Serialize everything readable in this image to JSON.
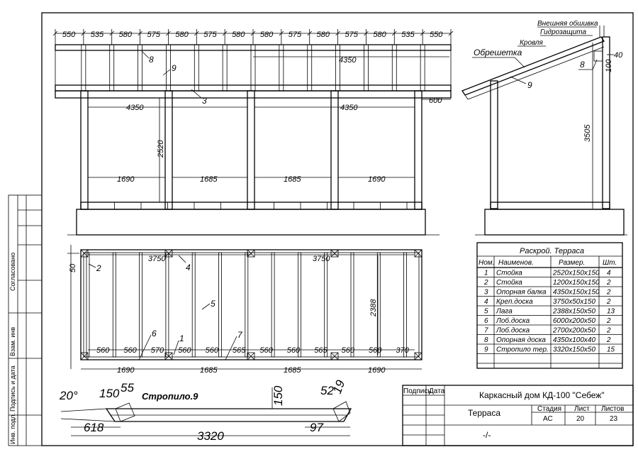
{
  "side_labels": {
    "soglasovano": "Согласовано",
    "vzam_inv": "Взам. инв",
    "podpis_data": "Подпись и дата",
    "inv_podl": "Инв. подл."
  },
  "roof_view": {
    "top_dims": [
      "550",
      "535",
      "580",
      "575",
      "580",
      "575",
      "580",
      "580",
      "575",
      "580",
      "575",
      "580",
      "535",
      "550"
    ],
    "span_right": "4350",
    "callouts": {
      "c8": "8",
      "c9": "9",
      "c3": "3"
    }
  },
  "front_view": {
    "dim_left": "4350",
    "dim_right": "4350",
    "overhang": "600",
    "height": "2520",
    "bays": [
      "1690",
      "1685",
      "1685",
      "1690"
    ]
  },
  "section_view": {
    "labels": {
      "outer": "Внешняя обшивка",
      "hydro": "Гидрозащита",
      "roof": "Кровля",
      "lath": "Обрешетка"
    },
    "callout8": "8",
    "callout9": "9",
    "dim40": "40",
    "dim100": "100",
    "height": "3505"
  },
  "plan_view": {
    "dim50": "50",
    "top_left": "3750",
    "top_right": "3750",
    "depth": "2388",
    "callouts": {
      "c1": "1",
      "c2": "2",
      "c4": "4",
      "c5": "5",
      "c6": "6",
      "c7": "7"
    },
    "inner_dims": [
      "560",
      "560",
      "570",
      "560",
      "560",
      "565",
      "560",
      "560",
      "565",
      "560",
      "560",
      "370"
    ],
    "bays": [
      "1690",
      "1685",
      "1685",
      "1690"
    ]
  },
  "rafter_detail": {
    "title": "Стропило.9",
    "angle": "20°",
    "d150a": "150",
    "d55": "55",
    "d150b": "150",
    "d52": "52",
    "d19": "19",
    "d618": "618",
    "length": "3320",
    "d97": "97"
  },
  "cut_table": {
    "title": "Раскрой. Терраса",
    "headers": [
      "Ном.",
      "Наименов.",
      "Размер.",
      "Шт."
    ],
    "rows": [
      [
        "1",
        "Стойка",
        "2520х150х150",
        "4"
      ],
      [
        "2",
        "Стойка",
        "1200х150х150",
        "2"
      ],
      [
        "3",
        "Опорная балка",
        "4350х150х150",
        "2"
      ],
      [
        "4",
        "Креп.доска",
        "3750х50х150",
        "2"
      ],
      [
        "5",
        "Лага",
        "2388х150х50",
        "13"
      ],
      [
        "6",
        "Лоб.доска",
        "6000х200х50",
        "2"
      ],
      [
        "7",
        "Лоб.доска",
        "2700х200х50",
        "2"
      ],
      [
        "8",
        "Опорная доска",
        "4350х100х40",
        "2"
      ],
      [
        "9",
        "Стропило тер.",
        "3320х150х50",
        "15"
      ]
    ]
  },
  "stamp": {
    "podpis": "Подпись",
    "data": "Дата",
    "project": "Каркасный дом КД-100 \"Себеж\"",
    "sheet_name": "Терраса",
    "stadia_h": "Стадия",
    "list_h": "Лист",
    "listov_h": "Листов",
    "stadia": "АС",
    "list": "20",
    "listov": "23",
    "note": "-/-"
  }
}
